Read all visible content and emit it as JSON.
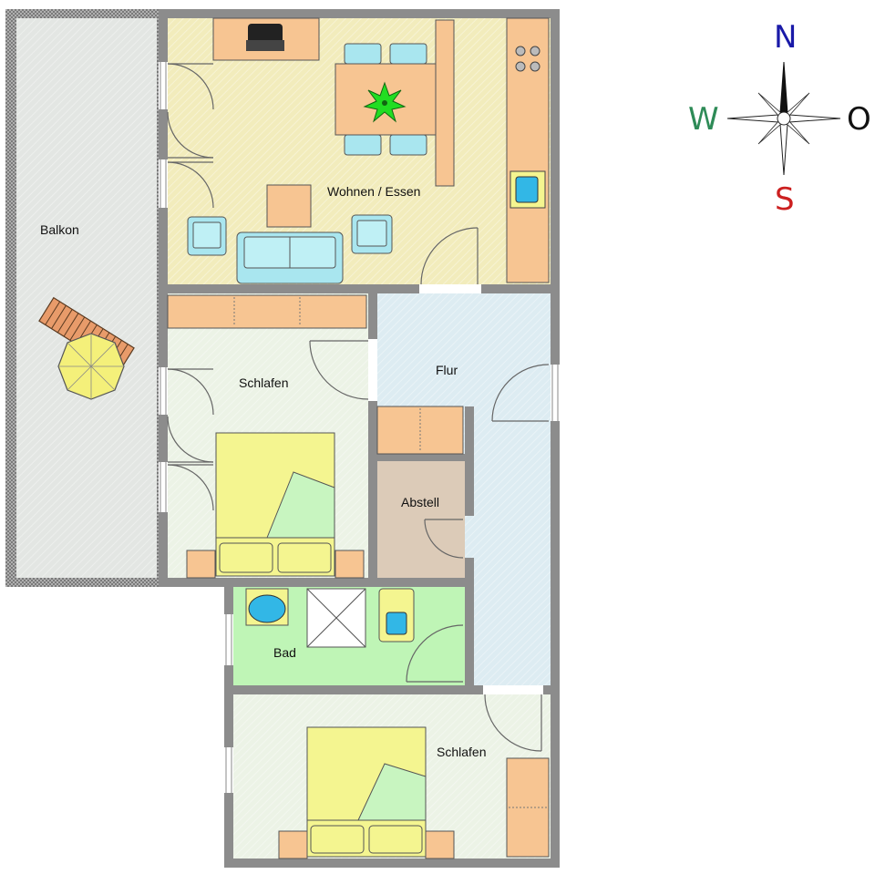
{
  "rooms": {
    "living": "Wohnen / Essen",
    "balcony": "Balkon",
    "bedroom1": "Schlafen",
    "hall": "Flur",
    "storage": "Abstell",
    "bath": "Bad",
    "bedroom2": "Schlafen"
  },
  "compass": {
    "north": "N",
    "south": "S",
    "west": "W",
    "east": "O",
    "colors": {
      "north": "#1a1aa8",
      "south": "#cc2020",
      "west": "#2e8b57",
      "east": "#111111"
    }
  },
  "colors": {
    "living_floor": "#f2ecbc",
    "balcony_floor": "#e3e6e3",
    "bedroom_floor": "#ecf3e6",
    "hall_floor": "#ddecf2",
    "storage_floor": "#dccbb8",
    "bath_floor": "#bff5b6",
    "furniture_wood": "#f7c592",
    "furniture_blue": "#a9e6ef",
    "bed_yellow": "#f4f590",
    "bed_green": "#c8f5c0",
    "wall": "#8c8c8c"
  }
}
